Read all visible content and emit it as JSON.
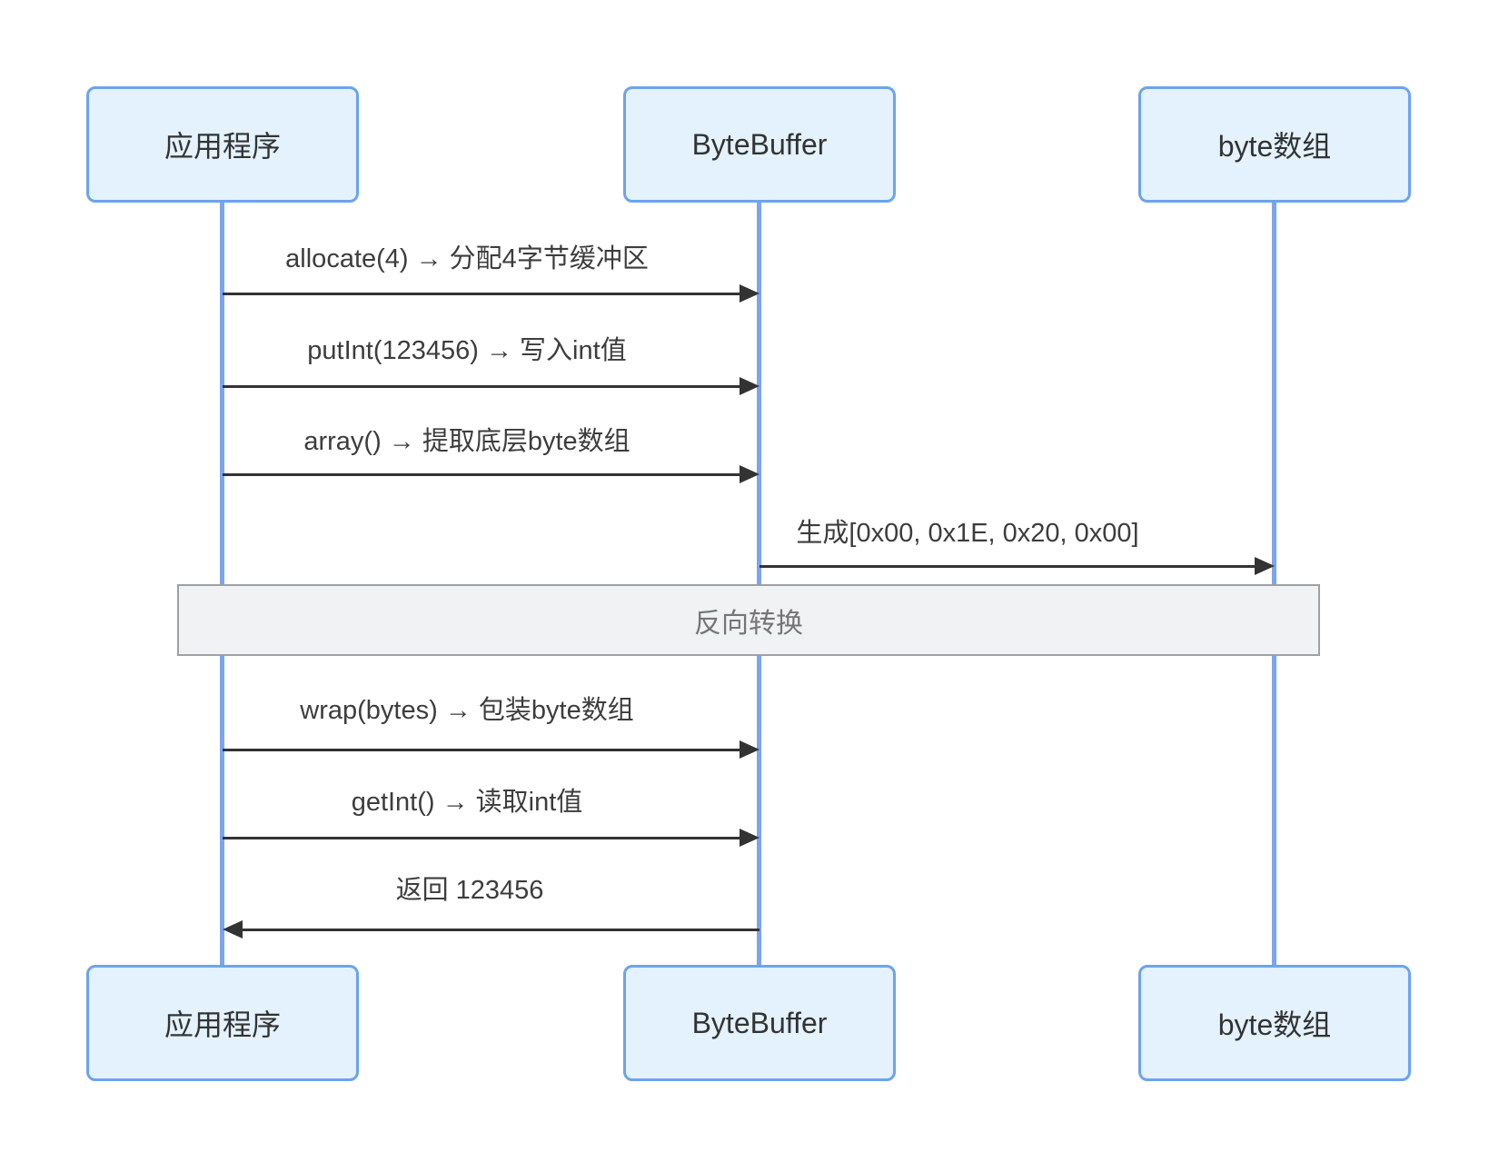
{
  "diagram": {
    "actors": [
      {
        "id": "app",
        "label": "应用程序"
      },
      {
        "id": "bytebuffer",
        "label": "ByteBuffer"
      },
      {
        "id": "bytearray",
        "label": "byte数组"
      }
    ],
    "messages": [
      {
        "from": "app",
        "to": "bytebuffer",
        "text": "allocate(4) → 分配4字节缓冲区"
      },
      {
        "from": "app",
        "to": "bytebuffer",
        "text": "putInt(123456) → 写入int值"
      },
      {
        "from": "app",
        "to": "bytebuffer",
        "text": "array() → 提取底层byte数组"
      },
      {
        "from": "bytebuffer",
        "to": "bytearray",
        "text": "生成[0x00, 0x1E, 0x20, 0x00]"
      },
      {
        "from": "app",
        "to": "bytebuffer",
        "text": "wrap(bytes) → 包装byte数组"
      },
      {
        "from": "app",
        "to": "bytebuffer",
        "text": "getInt() → 读取int值"
      },
      {
        "from": "bytebuffer",
        "to": "app",
        "text": "返回 123456"
      }
    ],
    "divider": {
      "label": "反向转换"
    },
    "colors": {
      "actor_fill": "#E3F2FD",
      "actor_border": "#6CA3EC",
      "lifeline": "#7BA4F2",
      "arrow": "#333333",
      "divider_fill": "#F1F2F4",
      "divider_border": "#9EA0A4",
      "divider_text": "#757575"
    }
  }
}
